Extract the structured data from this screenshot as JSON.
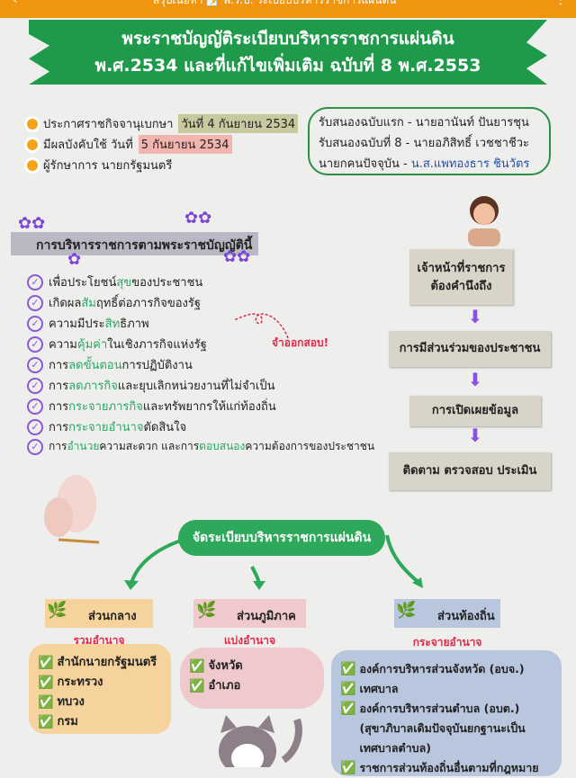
{
  "topbar": {
    "title": "สรุปเนื้อหา 📝 พ.ร.บ. ระเบียบบริหารราชการแผ่นดิน",
    "back": "‹",
    "menu": "⋮"
  },
  "banner": {
    "line1": "พระราชบัญญัติระเบียบบริหารราชการแผ่นดิน",
    "line2": "พ.ศ.2534 และที่แก้ไขเพิ่มเติม ฉบับที่ 8 พ.ศ.2553"
  },
  "info": [
    {
      "label": "ประกาศราชกิจจานุเบกษา ",
      "highlight": "วันที่ 4 กันยายน 2534"
    },
    {
      "label": "มีผลบังคับใช้ วันที่ ",
      "highlight": "5 กันยายน 2534"
    },
    {
      "label": "ผู้รักษาการ นายกรัฐมนตรี",
      "highlight": ""
    }
  ],
  "pm": {
    "line1": "รับสนองฉบับแรก - นายอานันท์ ปันยารชุน",
    "line2": "รับสนองฉบับที่ 8 - นายอภิสิทธิ์ เวชชาชีวะ",
    "line3_label": "นายกคนปัจจุบัน - ",
    "line3_name": "น.ส.แพทองธาร ชินวัตร"
  },
  "principles": {
    "title": "การบริหารราชการตามพระราชบัญญัตินี้",
    "memo": "จำออกสอบ!",
    "items": [
      [
        "เพื่อประโยชน์",
        "สุข",
        "ของประชาชน"
      ],
      [
        "เกิดผล",
        "สัม",
        "ฤทธิ์ต่อภารกิจของรัฐ"
      ],
      [
        "ความมีประ",
        "สิท",
        "ธิภาพ"
      ],
      [
        "ความ",
        "คุ้มค่า",
        "ในเชิงภารกิจแห่งรัฐ"
      ],
      [
        "การ",
        "ลดขั้นตอน",
        "การปฏิบัติงาน"
      ],
      [
        "การ",
        "ลดภารกิจ",
        "และยุบเลิกหน่วยงานที่ไม่จำเป็น"
      ],
      [
        "การ",
        "กระจายภารกิจ",
        "และทรัพยากรให้แก่ท้องถิ่น"
      ],
      [
        "การ",
        "กระจายอำนาจ",
        "ตัดสินใจ"
      ],
      [
        "การ",
        "อำนวย",
        "ความสะดวก และการ",
        "ตอบสนอง",
        "ความต้องการของประชาชน"
      ]
    ]
  },
  "flow": [
    "เจ้าหน้าที่ราชการ ต้องคำนึงถึง",
    "การมีส่วนร่วมของประชาชน",
    "การเปิดเผยข้อมูล",
    "ติดตาม ตรวจสอบ ประเมิน"
  ],
  "structure": {
    "center": "จัดระเบียบบริหารราชการแผ่นดิน",
    "branches": [
      {
        "title": "ส่วนกลาง",
        "sub": "รวมอำนาจ",
        "items": [
          "สำนักนายกรัฐมนตรี",
          "กระทรวง",
          "ทบวง",
          "กรม"
        ],
        "color": "#f6d39c"
      },
      {
        "title": "ส่วนภูมิภาค",
        "sub": "แบ่งอำนาจ",
        "items": [
          "จังหวัด",
          "อำเภอ"
        ],
        "color": "#efc9cb"
      },
      {
        "title": "ส่วนท้องถิ่น",
        "sub": "กระจายอำนาจ",
        "items": [
          "องค์การบริหารส่วนจังหวัด (อบจ.)",
          "เทศบาล",
          "องค์การบริหารส่วนตำบล (อบต.) (สุขาภิบาลเดิมปัจจุบันยกฐานะเป็นเทศบาลตำบล)",
          "ราชการส่วนท้องถิ่นอื่นตามที่กฎหมาย"
        ],
        "color": "#b9c7de"
      }
    ]
  }
}
